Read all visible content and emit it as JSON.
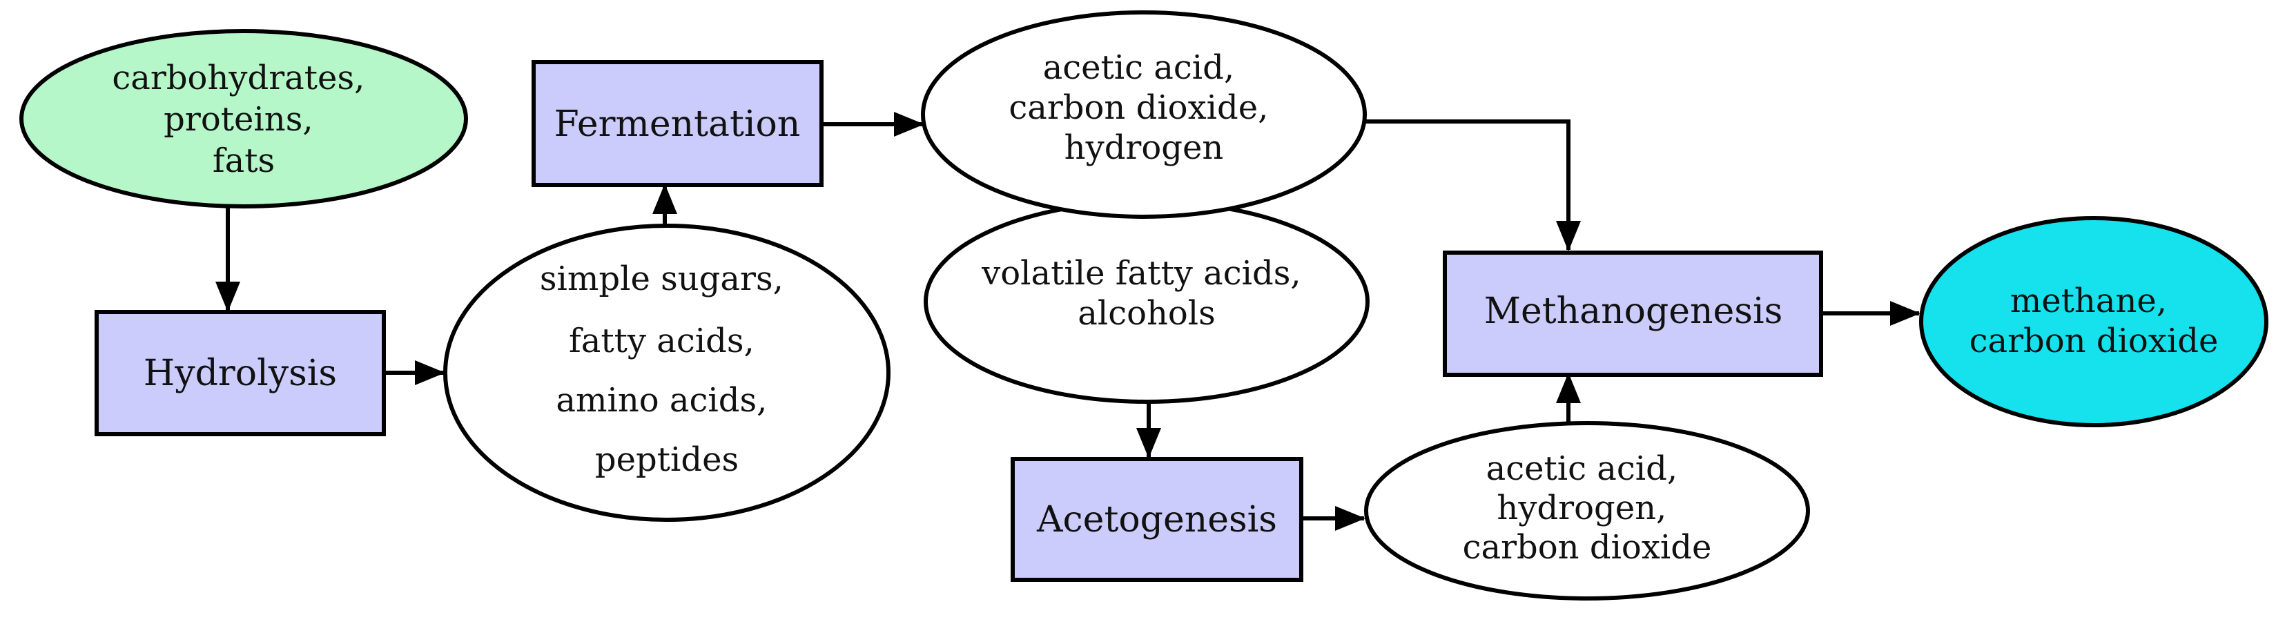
{
  "diagram": {
    "colors": {
      "process_fill": "#ccccfc",
      "input_fill": "#b5f7c9",
      "output_fill": "#16e2ee",
      "intermediate_fill": "#ffffff",
      "stroke": "#000000"
    },
    "nodes": {
      "feedstock": {
        "lines": [
          "carbohydrates,",
          "proteins,",
          "fats"
        ]
      },
      "hydrolysis": {
        "label": "Hydrolysis"
      },
      "monomers": {
        "lines": [
          "simple sugars,",
          "fatty acids,",
          "amino acids,",
          "peptides"
        ]
      },
      "fermentation": {
        "label": "Fermentation"
      },
      "fermentation_products": {
        "lines": [
          "acetic acid,",
          "carbon dioxide,",
          "hydrogen"
        ]
      },
      "vfa": {
        "lines": [
          "volatile fatty acids,",
          "alcohols"
        ]
      },
      "acetogenesis": {
        "label": "Acetogenesis"
      },
      "acetogenesis_products": {
        "lines": [
          "acetic acid,",
          "hydrogen,",
          "carbon dioxide"
        ]
      },
      "methanogenesis": {
        "label": "Methanogenesis"
      },
      "biogas": {
        "lines": [
          "methane,",
          "carbon dioxide"
        ]
      }
    }
  }
}
